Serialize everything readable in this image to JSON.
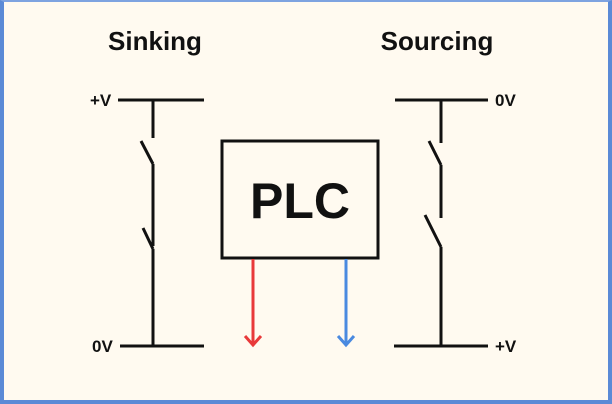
{
  "diagram": {
    "sinking": {
      "title": "Sinking",
      "top_rail_label": "+V",
      "bottom_rail_label": "0V"
    },
    "sourcing": {
      "title": "Sourcing",
      "top_rail_label": "0V",
      "bottom_rail_label": "+V"
    },
    "plc": {
      "label": "PLC"
    },
    "arrows": [
      {
        "name": "sinking-current-arrow",
        "color": "#e8393a",
        "direction": "down"
      },
      {
        "name": "sourcing-current-arrow",
        "color": "#4a8ae0",
        "direction": "down"
      }
    ]
  },
  "colors": {
    "background": "#fffaf0",
    "border": "#5b8ad6",
    "line": "#111111"
  }
}
